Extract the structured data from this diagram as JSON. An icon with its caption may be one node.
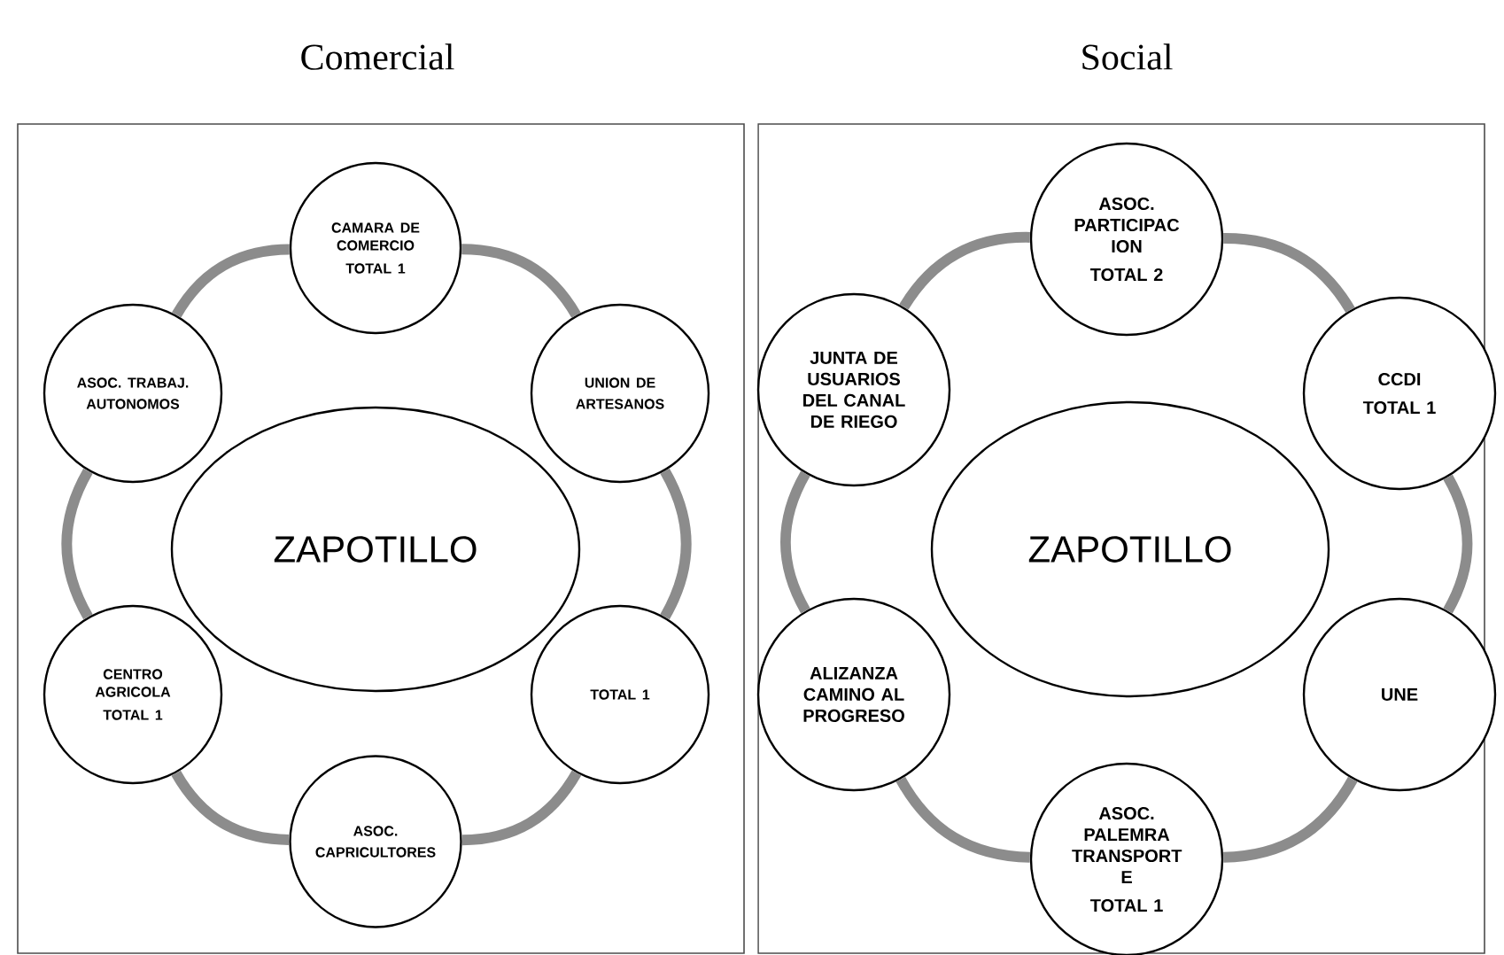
{
  "diagram": {
    "nodes": [
      {
        "text": [
          "Comercial"
        ]
      },
      {
        "text": [
          "ZAPOTILLO"
        ],
        "in": 0
      },
      {
        "text": [
          "CAMARA DE COMERCIO",
          "TOTAL 1"
        ],
        "in": 0
      },
      {
        "text": [
          "ASOC. TRABAJ. AUTONOMOS"
        ],
        "in": 0
      },
      {
        "text": [
          "UNION DE ARTESANOS"
        ],
        "in": 0
      },
      {
        "text": [
          "CENTRO AGRICOLA",
          "TOTAL 1"
        ],
        "in": 0
      },
      {
        "text": [
          "TOTAL 1"
        ],
        "in": 0
      },
      {
        "text": [
          "ASOC. CAPRICULTORES"
        ],
        "in": 0
      },
      {
        "text": [
          "Social"
        ]
      },
      {
        "text": [
          "ZAPOTILLO"
        ],
        "in": 8
      },
      {
        "text": [
          "ASOC. PARTICIPAC ION",
          "TOTAL 2"
        ],
        "in": 8
      },
      {
        "text": [
          "JUNTA DE USUARIOS DEL CANAL DE RIEGO"
        ],
        "in": 8
      },
      {
        "text": [
          "CCDI",
          "TOTAL 1"
        ],
        "in": 8
      },
      {
        "text": [
          "ALIZANZA CAMINO AL PROGRESO"
        ],
        "in": 8
      },
      {
        "text": [
          "UNE"
        ],
        "in": 8
      },
      {
        "text": [
          "ASOC. PALEMRA TRANSPORT E",
          "TOTAL 1"
        ],
        "in": 8
      }
    ],
    "edges": [
      {
        "from": 2,
        "to": 4,
        "arrow": "none"
      },
      {
        "from": 4,
        "to": 6,
        "arrow": "none"
      },
      {
        "from": 6,
        "to": 7,
        "arrow": "none"
      },
      {
        "from": 7,
        "to": 5,
        "arrow": "none"
      },
      {
        "from": 5,
        "to": 3,
        "arrow": "none"
      },
      {
        "from": 3,
        "to": 2,
        "arrow": "none"
      },
      {
        "from": 10,
        "to": 12,
        "arrow": "none"
      },
      {
        "from": 12,
        "to": 14,
        "arrow": "none"
      },
      {
        "from": 14,
        "to": 15,
        "arrow": "none"
      },
      {
        "from": 15,
        "to": 13,
        "arrow": "none"
      },
      {
        "from": 13,
        "to": 11,
        "arrow": "none"
      },
      {
        "from": 11,
        "to": 10,
        "arrow": "none"
      }
    ]
  }
}
